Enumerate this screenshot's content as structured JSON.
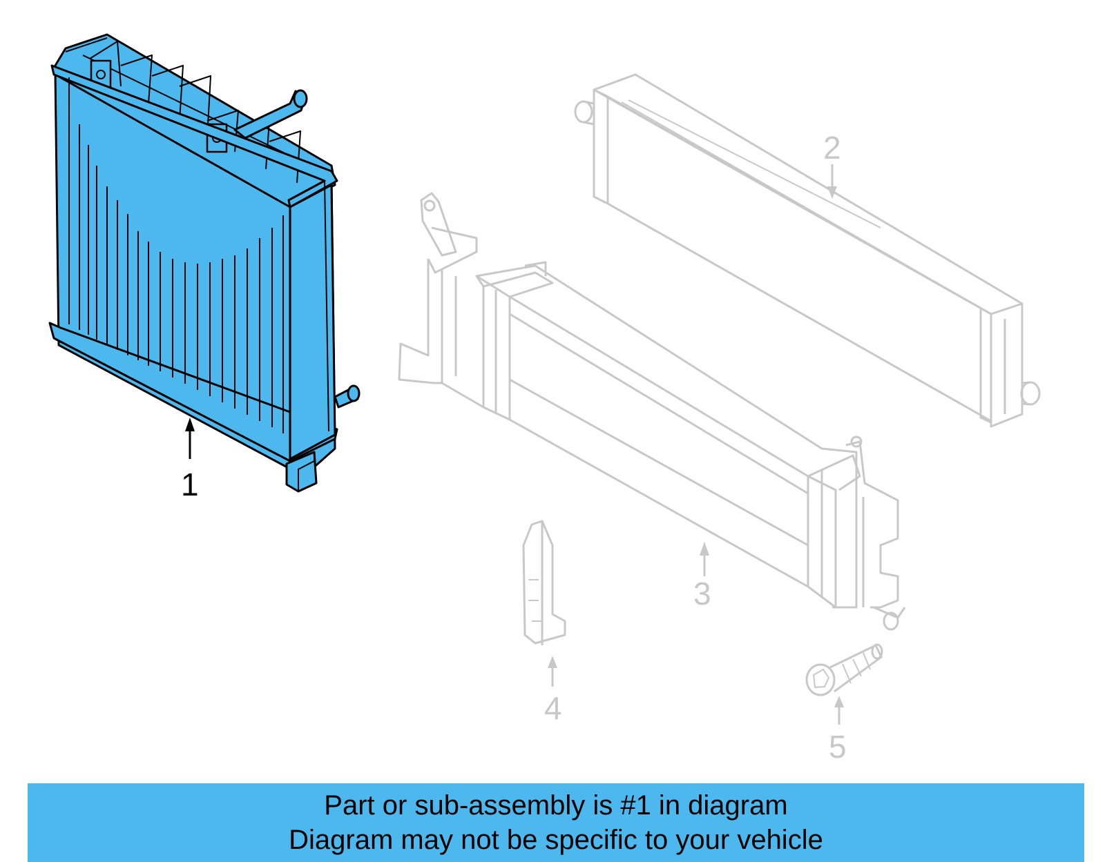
{
  "colors": {
    "highlight_fill": "#4db8ee",
    "highlight_stroke": "#000000",
    "ghost_stroke": "#c8c8c8",
    "banner_bg": "#4db8ee"
  },
  "callouts": [
    {
      "id": "1",
      "label": "1",
      "highlighted": true
    },
    {
      "id": "2",
      "label": "2",
      "highlighted": false
    },
    {
      "id": "3",
      "label": "3",
      "highlighted": false
    },
    {
      "id": "4",
      "label": "4",
      "highlighted": false
    },
    {
      "id": "5",
      "label": "5",
      "highlighted": false
    }
  ],
  "banner": {
    "line1": "Part or sub-assembly is #1 in diagram",
    "line2": "Diagram may not be specific to your vehicle"
  }
}
